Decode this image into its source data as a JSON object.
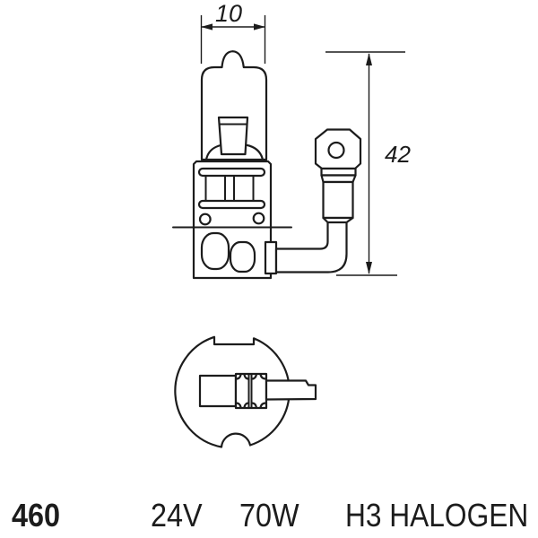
{
  "colors": {
    "line": "#1c1c1c",
    "background": "#ffffff"
  },
  "drawing": {
    "dim_width_label": "10",
    "dim_height_label": "42"
  },
  "footer": {
    "part_number": "460",
    "voltage": "24V",
    "wattage": "70W",
    "bulb_type": "H3 HALOGEN"
  }
}
